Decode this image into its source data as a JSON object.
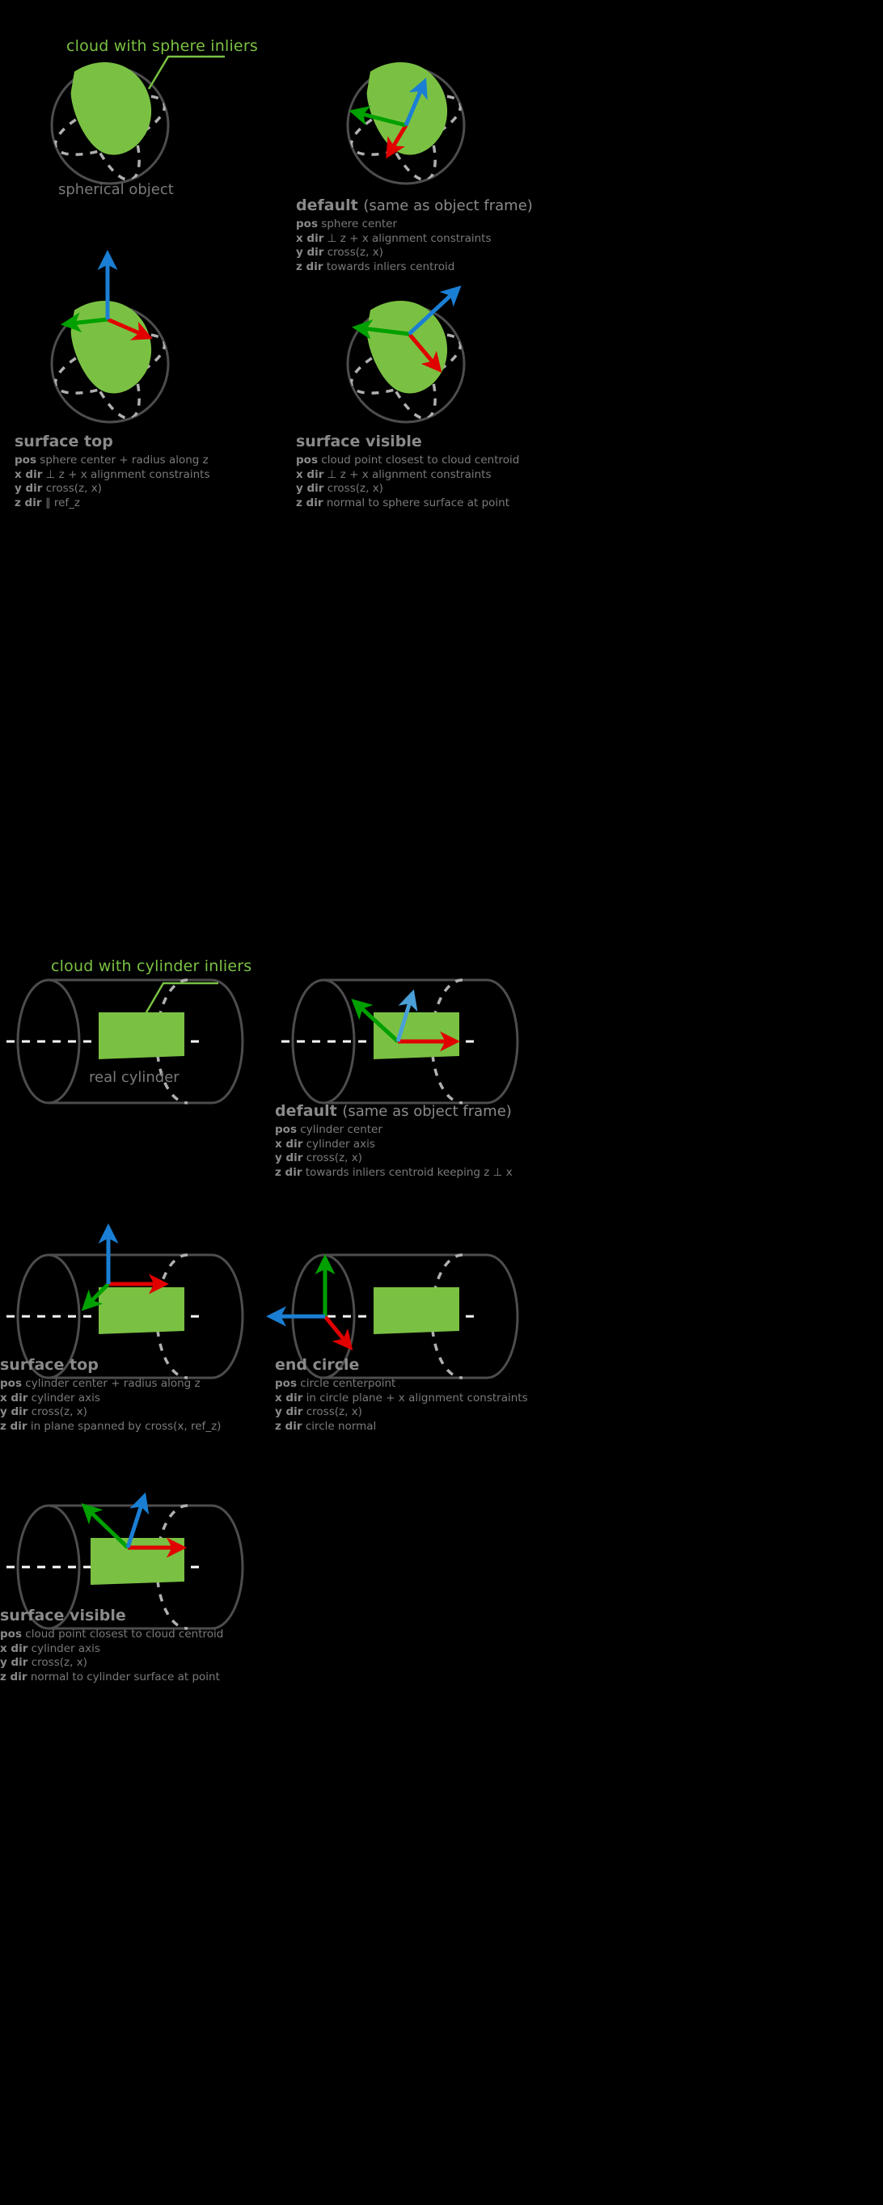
{
  "meta": {
    "bg_color": "#000000",
    "inlier_color": "#7ac143",
    "outline_color": "#4d4d4d",
    "hidden_color": "#b0b0b0",
    "text_color": "#7a7a7a",
    "axis_x_color": "#e00000",
    "axis_y_color": "#00a000",
    "axis_z_color": "#1a7fd4",
    "axis_z_muted_color": "#4a9fd8"
  },
  "sphere_section": {
    "cloud_callout": "cloud with sphere inliers",
    "object_label": "spherical object",
    "frames": [
      {
        "id": "sphere-default",
        "title": "default",
        "title_suffix": "(same as object frame)",
        "rows": [
          {
            "key": "pos",
            "value": "sphere center"
          },
          {
            "key": "x dir",
            "value": "⊥ z + x alignment constraints"
          },
          {
            "key": "y dir",
            "value": "cross(z, x)"
          },
          {
            "key": "z dir",
            "value": "towards inliers centroid"
          }
        ]
      },
      {
        "id": "sphere-surface-top",
        "title": "surface top",
        "title_suffix": "",
        "rows": [
          {
            "key": "pos",
            "value": "sphere center + radius along z"
          },
          {
            "key": "x dir",
            "value": "⊥ z + x alignment constraints"
          },
          {
            "key": "y dir",
            "value": "cross(z, x)"
          },
          {
            "key": "z dir",
            "value": "∥ ref_z"
          }
        ]
      },
      {
        "id": "sphere-surface-visible",
        "title": "surface visible",
        "title_suffix": "",
        "rows": [
          {
            "key": "pos",
            "value": "cloud point closest to cloud centroid"
          },
          {
            "key": "x dir",
            "value": "⊥ z + x alignment constraints"
          },
          {
            "key": "y dir",
            "value": "cross(z, x)"
          },
          {
            "key": "z dir",
            "value": "normal to sphere surface at point"
          }
        ]
      }
    ]
  },
  "cylinder_section": {
    "cloud_callout": "cloud with cylinder inliers",
    "object_label": "real cylinder",
    "frames": [
      {
        "id": "cylinder-default",
        "title": "default",
        "title_suffix": "(same as object frame)",
        "rows": [
          {
            "key": "pos",
            "value": "cylinder center"
          },
          {
            "key": "x dir",
            "value": "cylinder axis"
          },
          {
            "key": "y dir",
            "value": "cross(z, x)"
          },
          {
            "key": "z dir",
            "value": "towards inliers centroid keeping z ⊥ x"
          }
        ]
      },
      {
        "id": "cylinder-surface-top",
        "title": "surface top",
        "title_suffix": "",
        "rows": [
          {
            "key": "pos",
            "value": "cylinder center + radius along z"
          },
          {
            "key": "x dir",
            "value": "cylinder axis"
          },
          {
            "key": "y dir",
            "value": "cross(z, x)"
          },
          {
            "key": "z dir",
            "value": "in plane spanned by cross(x, ref_z)"
          }
        ]
      },
      {
        "id": "cylinder-end-circle",
        "title": "end circle",
        "title_suffix": "",
        "rows": [
          {
            "key": "pos",
            "value": "circle centerpoint"
          },
          {
            "key": "x dir",
            "value": "in circle plane + x alignment constraints"
          },
          {
            "key": "y dir",
            "value": "cross(z, x)"
          },
          {
            "key": "z dir",
            "value": "circle normal"
          }
        ]
      },
      {
        "id": "cylinder-surface-visible",
        "title": "surface visible",
        "title_suffix": "",
        "rows": [
          {
            "key": "pos",
            "value": "cloud point closest to cloud centroid"
          },
          {
            "key": "x dir",
            "value": "cylinder axis"
          },
          {
            "key": "y dir",
            "value": "cross(z, x)"
          },
          {
            "key": "z dir",
            "value": "normal to cylinder surface at point"
          }
        ]
      }
    ]
  }
}
